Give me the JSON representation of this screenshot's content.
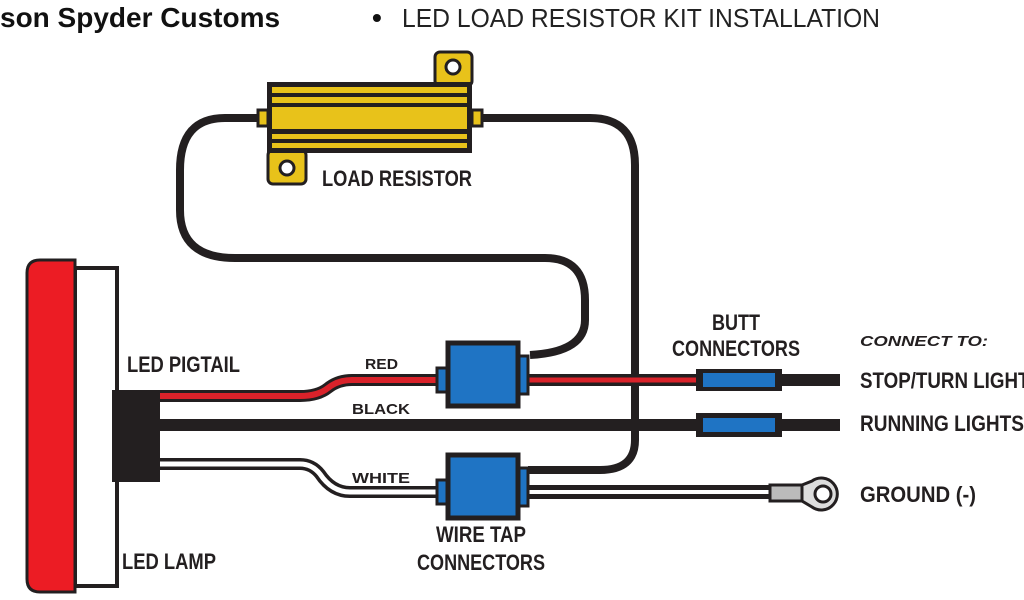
{
  "header": {
    "brand": "son Spyder Customs",
    "bullet": "•",
    "title": "LED LOAD RESISTOR KIT INSTALLATION"
  },
  "labels": {
    "load_resistor": "LOAD RESISTOR",
    "led_pigtail": "LED PIGTAIL",
    "led_lamp": "LED LAMP",
    "red": "RED",
    "black": "BLACK",
    "white": "WHITE",
    "wire_tap_line1": "WIRE TAP",
    "wire_tap_line2": "CONNECTORS",
    "butt_line1": "BUTT",
    "butt_line2": "CONNECTORS",
    "connect_to": "CONNECT TO:",
    "stop_turn": "STOP/TURN LIGHTS",
    "running": "RUNNING LIGHTS",
    "ground": "GROUND (-)"
  },
  "colors": {
    "wire_red": "#d9222a",
    "wire_black": "#231f20",
    "resistor_gold": "#e8c21a",
    "connector_blue": "#1f74c4",
    "lamp_red": "#ec1c24"
  }
}
